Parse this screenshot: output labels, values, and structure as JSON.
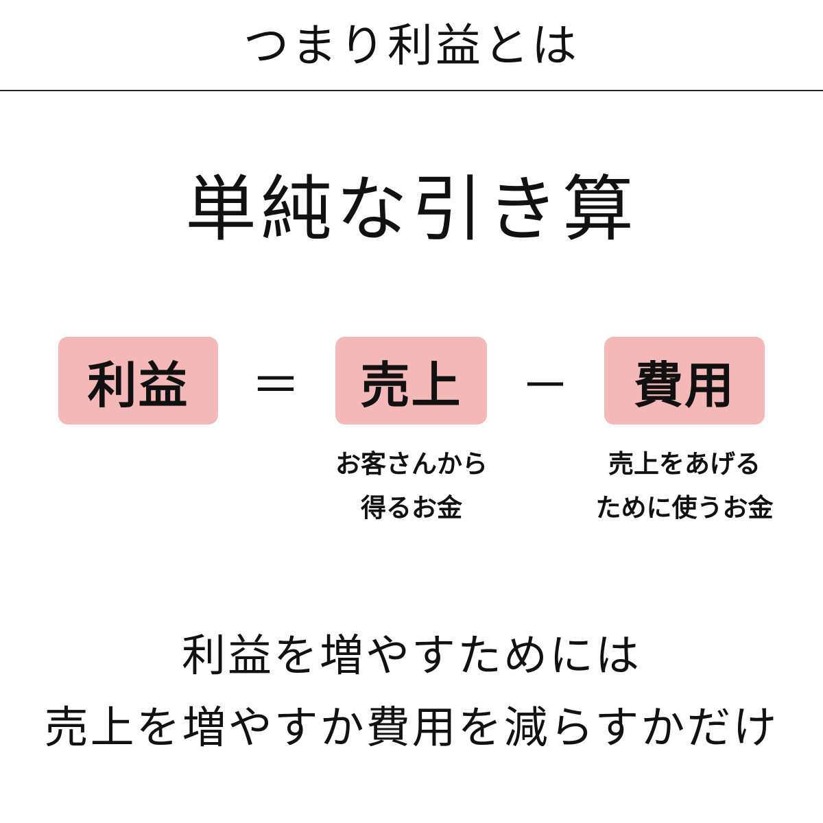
{
  "header": {
    "title": "つまり利益とは"
  },
  "main": {
    "heading": "単純な引き算"
  },
  "formula": {
    "box_color": "#f4b8b8",
    "terms": [
      {
        "label": "利益"
      },
      {
        "label": "売上",
        "caption": [
          "お客さんから",
          "得るお金"
        ]
      },
      {
        "label": "費用",
        "caption": [
          "売上をあげる",
          "ために使うお金"
        ]
      }
    ],
    "operators": [
      "＝",
      "－"
    ]
  },
  "conclusion": {
    "lines": [
      "利益を増やすためには",
      "売上を増やすか費用を減らすかだけ"
    ]
  }
}
